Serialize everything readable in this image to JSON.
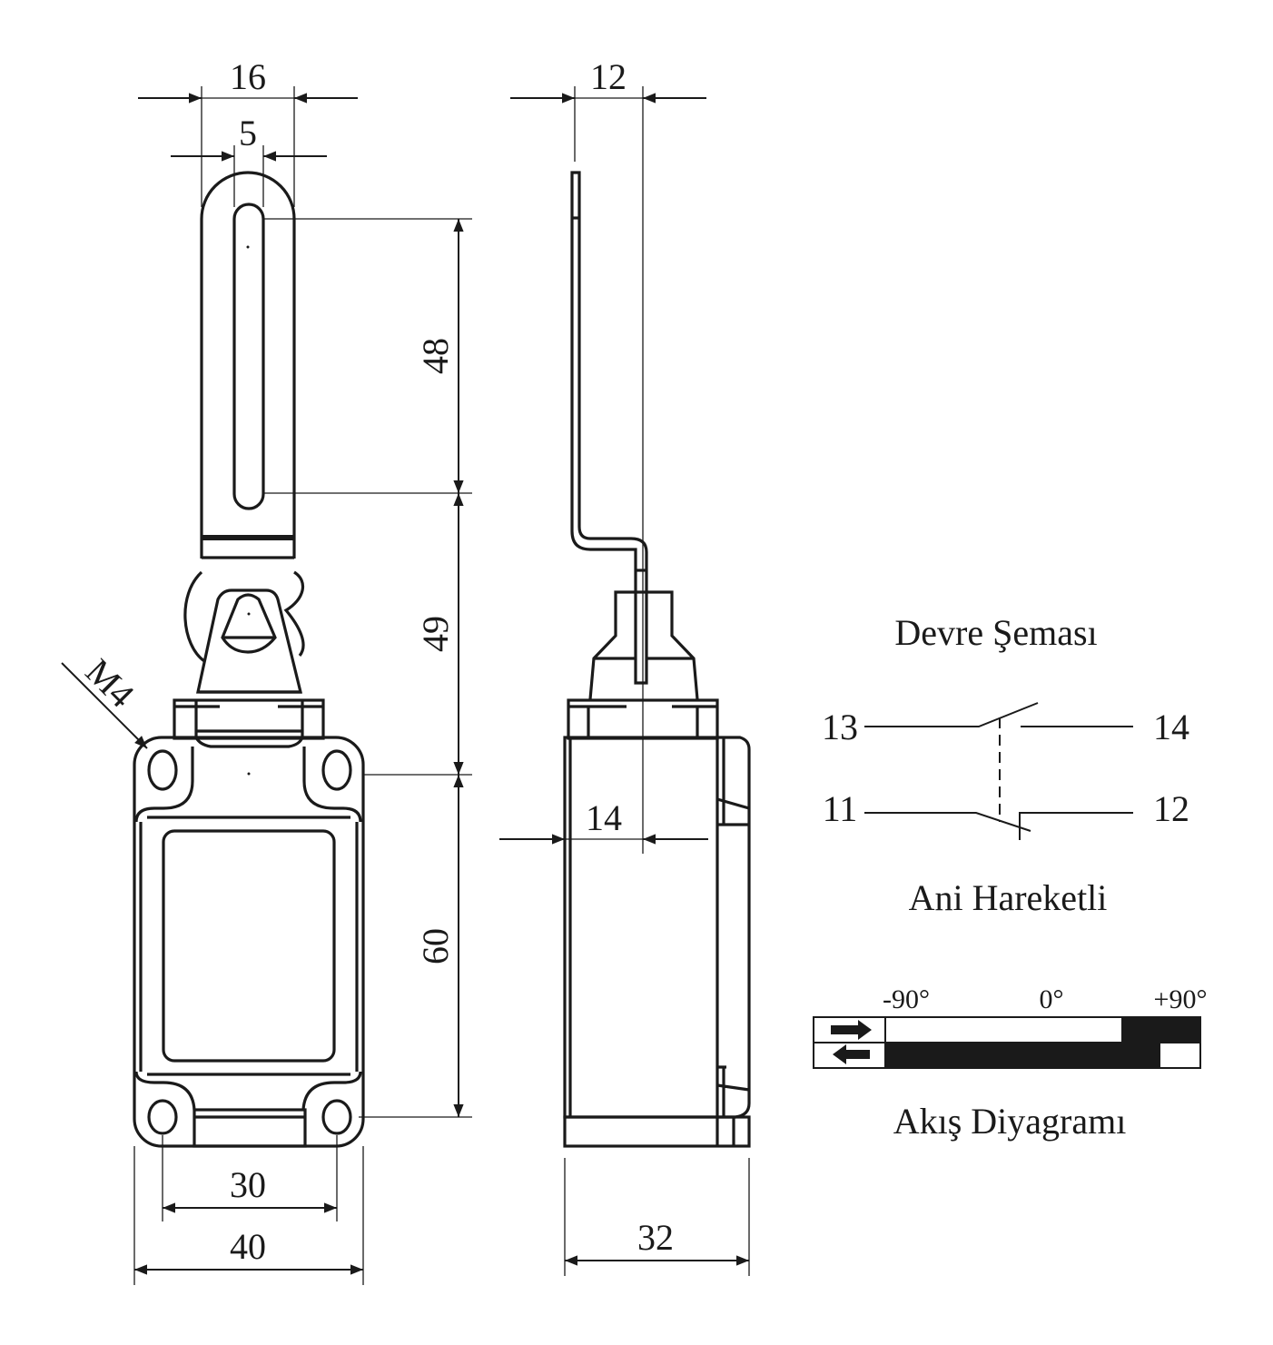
{
  "front_view": {
    "dim_lever_width": "16",
    "dim_slot_width": "5",
    "dim_slot_length": "48",
    "dim_lever_to_hole": "49",
    "dim_hole_vertical": "60",
    "dim_hole_horizontal": "30",
    "dim_body_width": "40",
    "thread_label": "M4"
  },
  "side_view": {
    "dim_lever_offset": "12",
    "dim_axis_offset": "14",
    "dim_body_depth": "32"
  },
  "circuit": {
    "title": "Devre Şeması",
    "terminals": [
      "13",
      "14",
      "11",
      "12"
    ],
    "caption": "Ani Hareketli"
  },
  "flow_diagram": {
    "angle_labels": [
      "-90°",
      "0°",
      "+90°"
    ],
    "title": "Akış Diyagramı",
    "colors": {
      "ink": "#1a1a1a"
    }
  }
}
